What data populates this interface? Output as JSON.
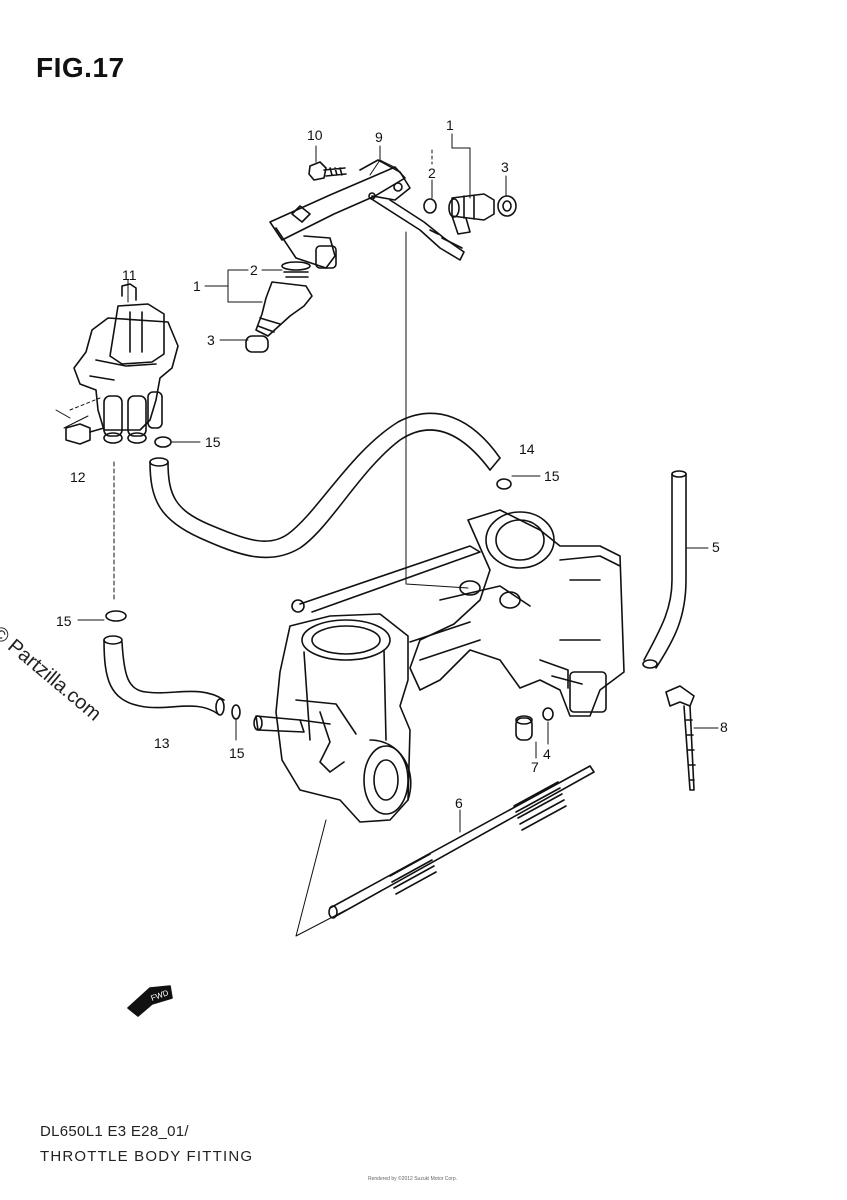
{
  "figure": {
    "title": "FIG.17"
  },
  "footer": {
    "model_code": "DL650L1 E3 E28_01/",
    "caption": "THROTTLE BODY FITTING",
    "copyright": "Rendered by ©2012 Suzuki Motor Corp."
  },
  "watermark": "© Partzilla.com",
  "callouts": {
    "c1a": "1",
    "c2a": "2",
    "c3a": "3",
    "c9": "9",
    "c10": "10",
    "c1b": "1",
    "c2b": "2",
    "c3b": "3",
    "c11": "11",
    "c12": "12",
    "c15a": "15",
    "c14": "14",
    "c15b": "15",
    "c5": "5",
    "c15c": "15",
    "c13": "13",
    "c15d": "15",
    "c8": "8",
    "c4": "4",
    "c7": "7",
    "c6": "6"
  },
  "fwd_label": "FWD"
}
